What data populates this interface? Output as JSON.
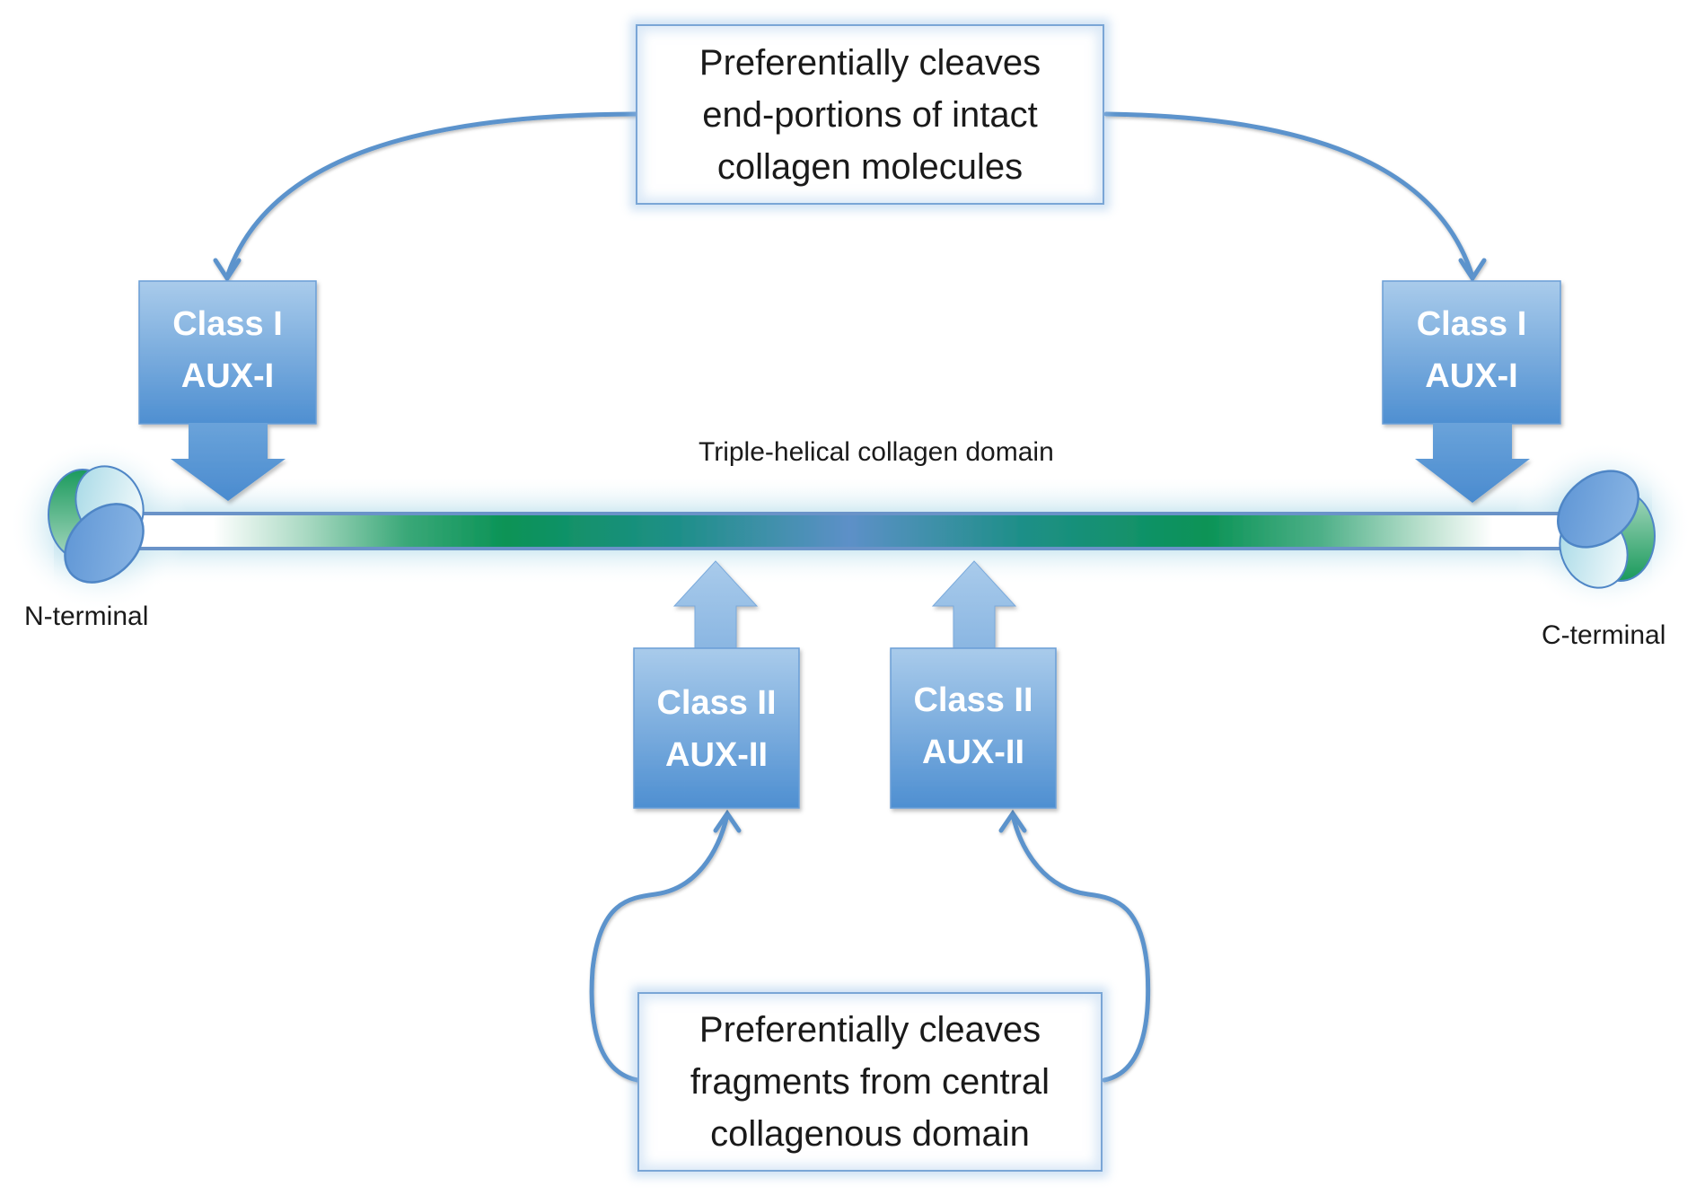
{
  "diagram": {
    "top_description": {
      "lines": [
        "Preferentially cleaves",
        "end-portions of intact",
        "collagen molecules"
      ]
    },
    "bottom_description": {
      "lines": [
        "Preferentially cleaves",
        "fragments from central",
        "collagenous domain"
      ]
    },
    "class_i_left": {
      "lines": [
        "Class I",
        "AUX-I"
      ]
    },
    "class_i_right": {
      "lines": [
        "Class I",
        "AUX-I"
      ]
    },
    "class_ii_left": {
      "lines": [
        "Class II",
        "AUX-II"
      ]
    },
    "class_ii_right": {
      "lines": [
        "Class II",
        "AUX-II"
      ]
    },
    "domain_label": "Triple-helical collagen domain",
    "n_terminal_label": "N-terminal",
    "c_terminal_label": "C-terminal",
    "colors": {
      "box_top": "#a6c8ea",
      "box_bottom": "#4f90d2",
      "connector": "#5b93cc",
      "collagen_green": "#0a9356",
      "collagen_blue": "#5d90c8",
      "glow": "#cde8f1"
    }
  }
}
